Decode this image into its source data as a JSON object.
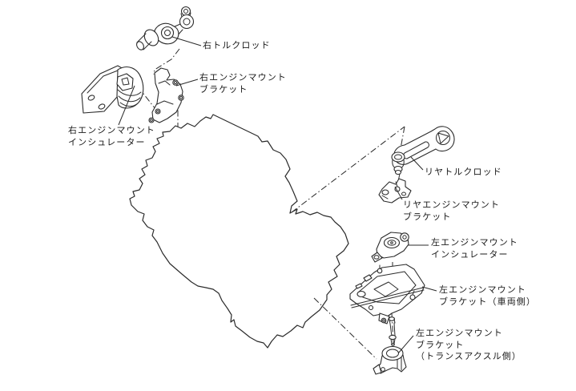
{
  "colors": {
    "background": "#ffffff",
    "line": "#2b2b2b",
    "text": "#1a1a1a"
  },
  "parts": [
    {
      "id": "right-torque-rod",
      "label_lines": [
        "右トルクロッド"
      ]
    },
    {
      "id": "right-engine-mount-bracket",
      "label_lines": [
        "右エンジンマウント",
        "ブラケット"
      ]
    },
    {
      "id": "right-engine-mount-insulator",
      "label_lines": [
        "右エンジンマウント",
        "インシュレーター"
      ]
    },
    {
      "id": "rear-torque-rod",
      "label_lines": [
        "リヤトルクロッド"
      ]
    },
    {
      "id": "rear-engine-mount-bracket",
      "label_lines": [
        "リヤエンジンマウント",
        "ブラケット"
      ]
    },
    {
      "id": "left-engine-mount-insulator",
      "label_lines": [
        "左エンジンマウント",
        "インシュレーター"
      ]
    },
    {
      "id": "left-engine-mount-bracket-vehicle-side",
      "label_lines": [
        "左エンジンマウント",
        "ブラケット（車両側）"
      ]
    },
    {
      "id": "left-engine-mount-bracket-transaxle-side",
      "label_lines": [
        "左エンジンマウント",
        "ブラケット",
        "（トランスアクスル側）"
      ]
    }
  ]
}
